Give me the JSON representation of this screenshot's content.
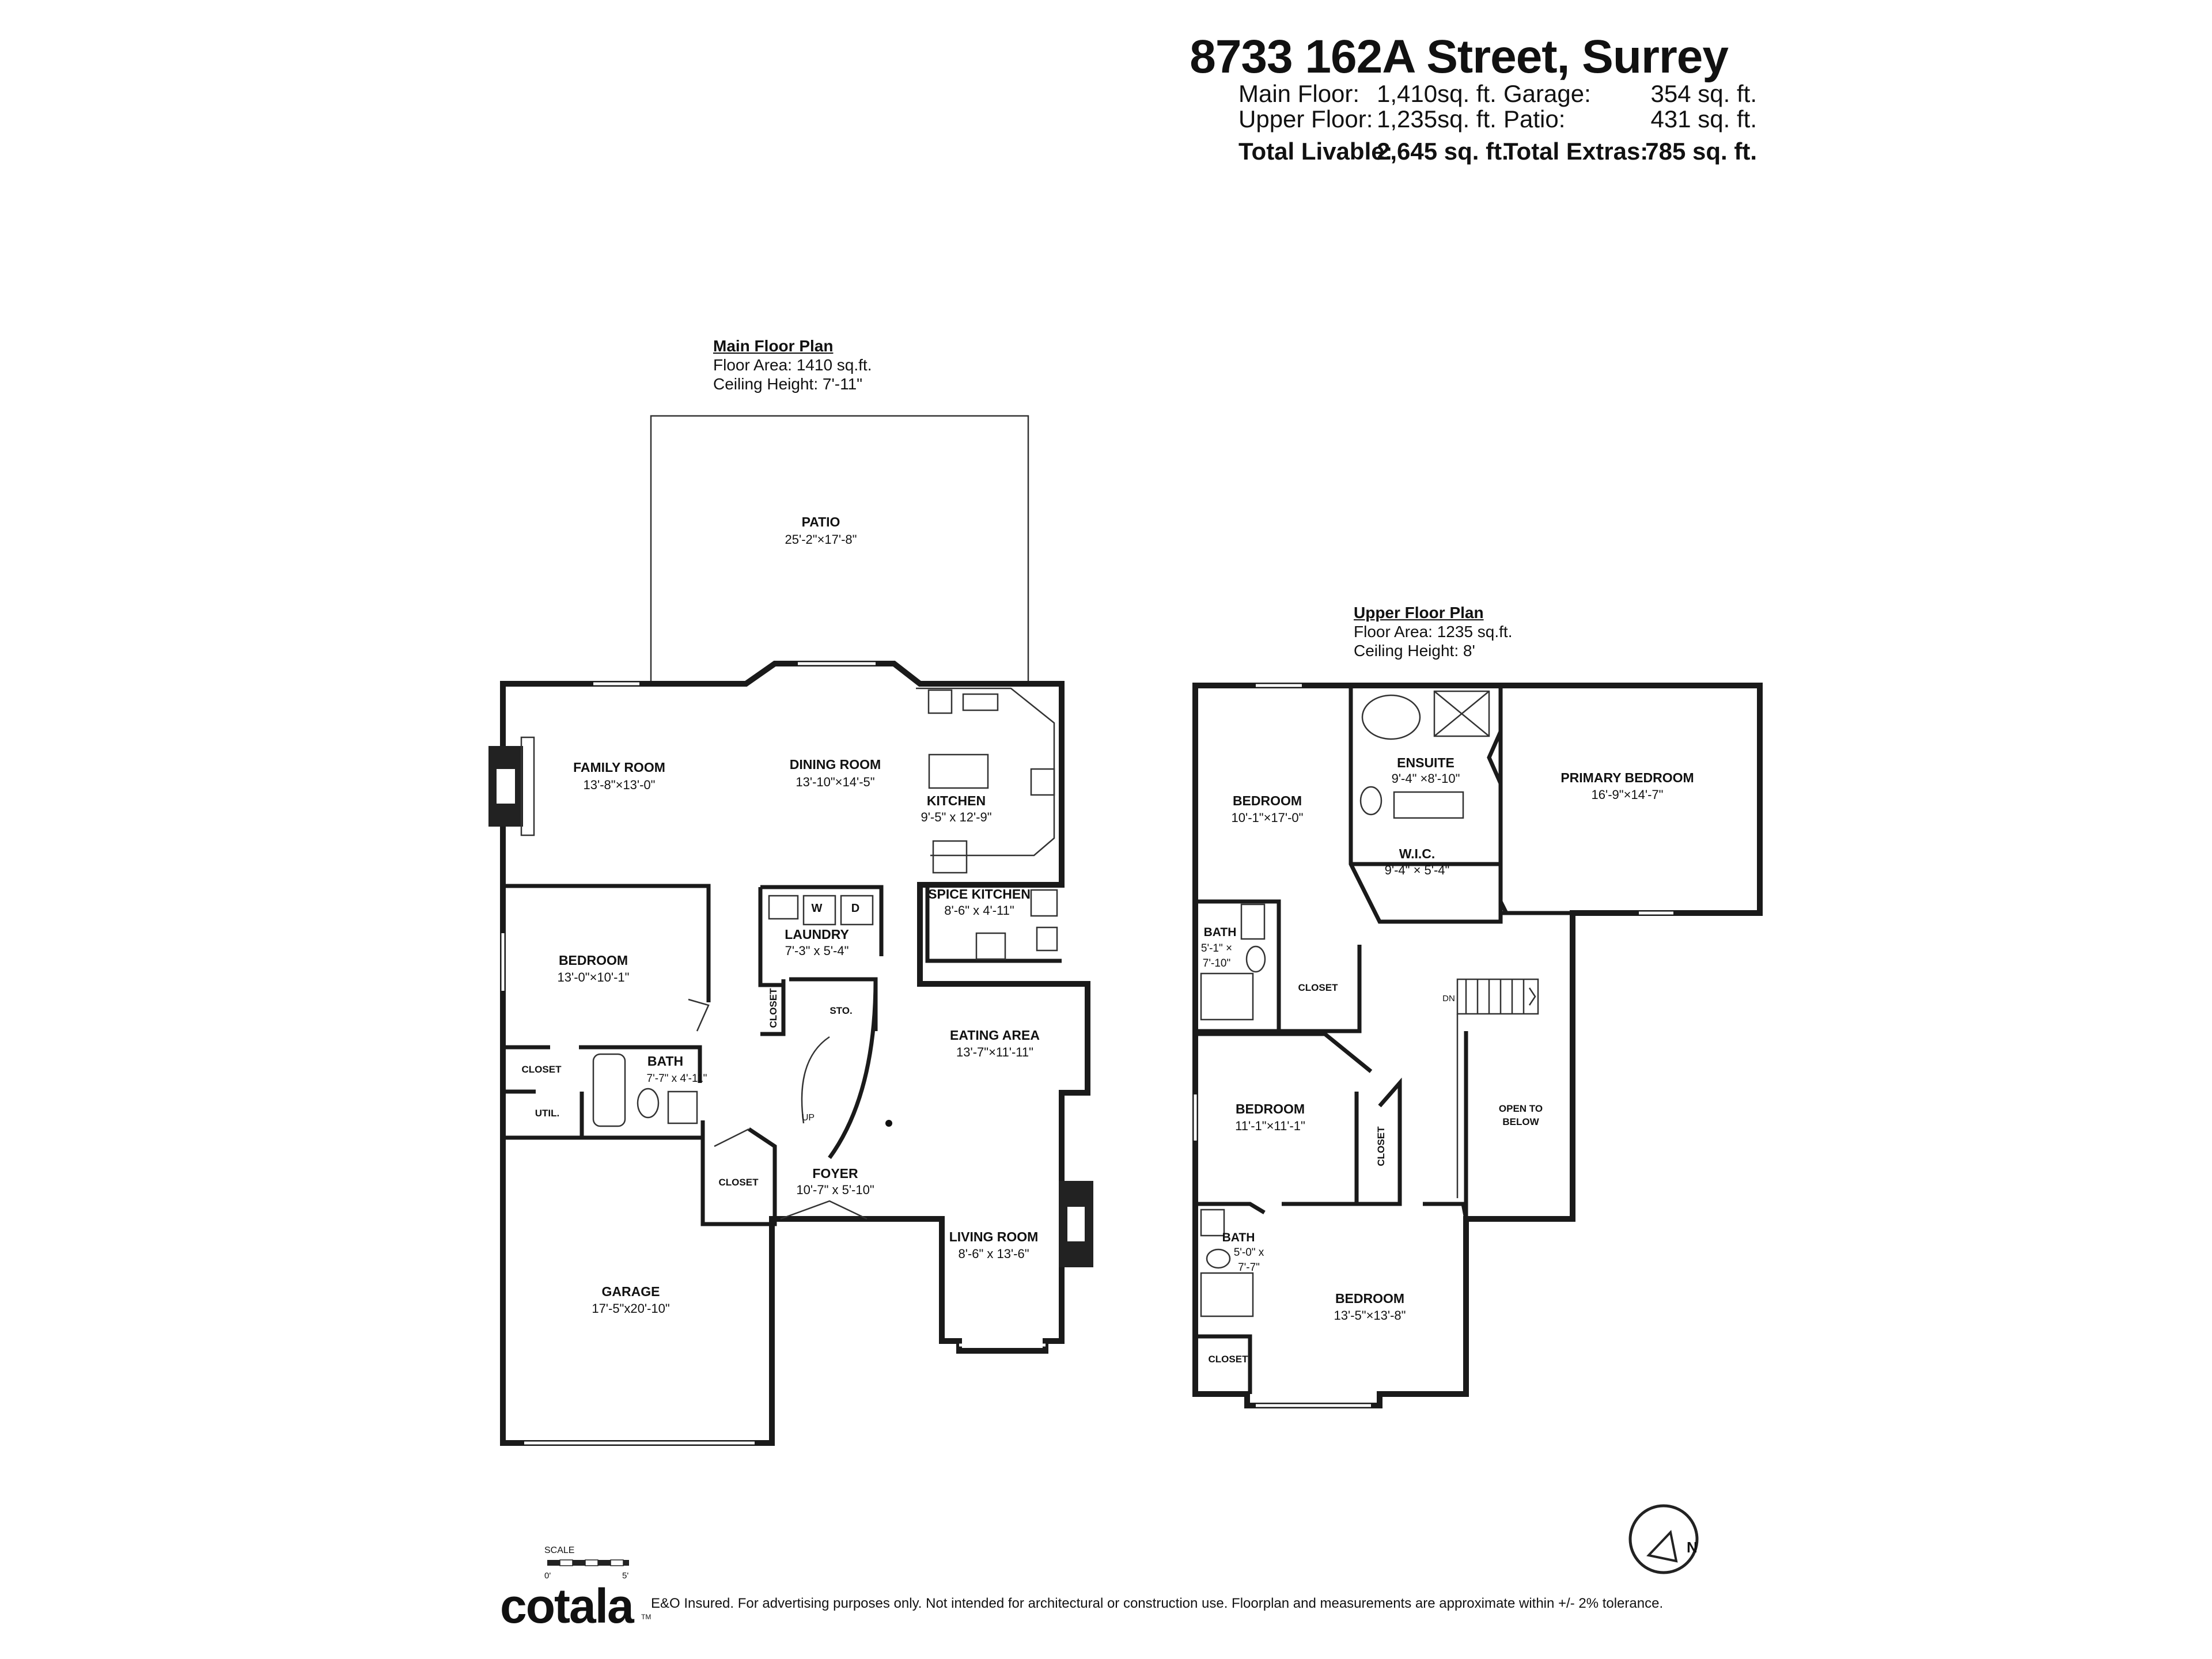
{
  "header": {
    "address": "8733 162A Street, Surrey",
    "main_floor_label": "Main Floor:",
    "main_floor_value": "1,410sq. ft.",
    "upper_floor_label": "Upper Floor:",
    "upper_floor_value": "1,235sq. ft.",
    "total_livable_label": "Total Livable:",
    "total_livable_value": "2,645 sq. ft.",
    "garage_label": "Garage:",
    "garage_value": "354 sq. ft.",
    "patio_label": "Patio:",
    "patio_value": "431 sq. ft.",
    "total_extras_label": "Total Extras:",
    "total_extras_value": "785 sq. ft."
  },
  "main_plan": {
    "title": "Main Floor Plan",
    "floor_area": "Floor Area: 1410 sq.ft.",
    "ceiling_height": "Ceiling Height: 7'-11\"",
    "rooms": {
      "patio": {
        "name": "PATIO",
        "dims": "25'-2\"×17'-8\""
      },
      "family_room": {
        "name": "FAMILY ROOM",
        "dims": "13'-8\"×13'-0\""
      },
      "dining_room": {
        "name": "DINING ROOM",
        "dims": "13'-10\"×14'-5\""
      },
      "kitchen": {
        "name": "KITCHEN",
        "dims": "9'-5\" x 12'-9\""
      },
      "spice_kitchen": {
        "name": "SPICE KITCHEN",
        "dims": "8'-6\" x 4'-11\""
      },
      "laundry": {
        "name": "LAUNDRY",
        "dims": "7'-3\" x 5'-4\""
      },
      "bedroom": {
        "name": "BEDROOM",
        "dims": "13'-0\"×10'-1\""
      },
      "bath": {
        "name": "BATH",
        "dims": "7'-7\" x 4'-11\""
      },
      "eating_area": {
        "name": "EATING AREA",
        "dims": "13'-7\"×11'-11\""
      },
      "foyer": {
        "name": "FOYER",
        "dims": "10'-7\" x 5'-10\""
      },
      "living_room": {
        "name": "LIVING ROOM",
        "dims": "8'-6\" x 13'-6\""
      },
      "garage": {
        "name": "GARAGE",
        "dims": "17'-5\"x20'-10\""
      },
      "closet_a": "CLOSET",
      "closet_b": "CLOSET",
      "closet_c": "CLOSET",
      "util": "UTIL.",
      "sto": "STO.",
      "fp1": "FP",
      "fp2": "FP",
      "up": "UP",
      "w": "W",
      "d": "D"
    }
  },
  "upper_plan": {
    "title": "Upper Floor Plan",
    "floor_area": "Floor Area: 1235 sq.ft.",
    "ceiling_height": "Ceiling Height: 8'",
    "rooms": {
      "bedroom1": {
        "name": "BEDROOM",
        "dims": "10'-1\"×17'-0\""
      },
      "ensuite": {
        "name": "ENSUITE",
        "dims": "9'-4\" ×8'-10\""
      },
      "primary": {
        "name": "PRIMARY BEDROOM",
        "dims": "16'-9\"×14'-7\""
      },
      "wic": {
        "name": "W.I.C.",
        "dims": "9'-4\" × 5'-4\""
      },
      "bath1": {
        "name": "BATH",
        "dims1": "5'-1\" ×",
        "dims2": "7'-10\""
      },
      "closet1": "CLOSET",
      "bedroom2": {
        "name": "BEDROOM",
        "dims": "11'-1\"×11'-1\""
      },
      "closet2": "CLOSET",
      "open_below1": "OPEN TO",
      "open_below2": "BELOW",
      "bath2": {
        "name": "BATH",
        "dims1": "5'-0\" x",
        "dims2": "7'-7\""
      },
      "bedroom3": {
        "name": "BEDROOM",
        "dims": "13'-5\"×13'-8\""
      },
      "closet3": "CLOSET",
      "dn": "DN"
    }
  },
  "scale": {
    "label": "SCALE",
    "zero": "0'",
    "five": "5'"
  },
  "compass": {
    "north": "N"
  },
  "footer": {
    "logo": "cotala",
    "tm": "TM",
    "disclaimer": "E&O Insured. For advertising purposes only. Not intended for architectural or construction use. Floorplan and measurements are approximate within +/- 2% tolerance."
  }
}
